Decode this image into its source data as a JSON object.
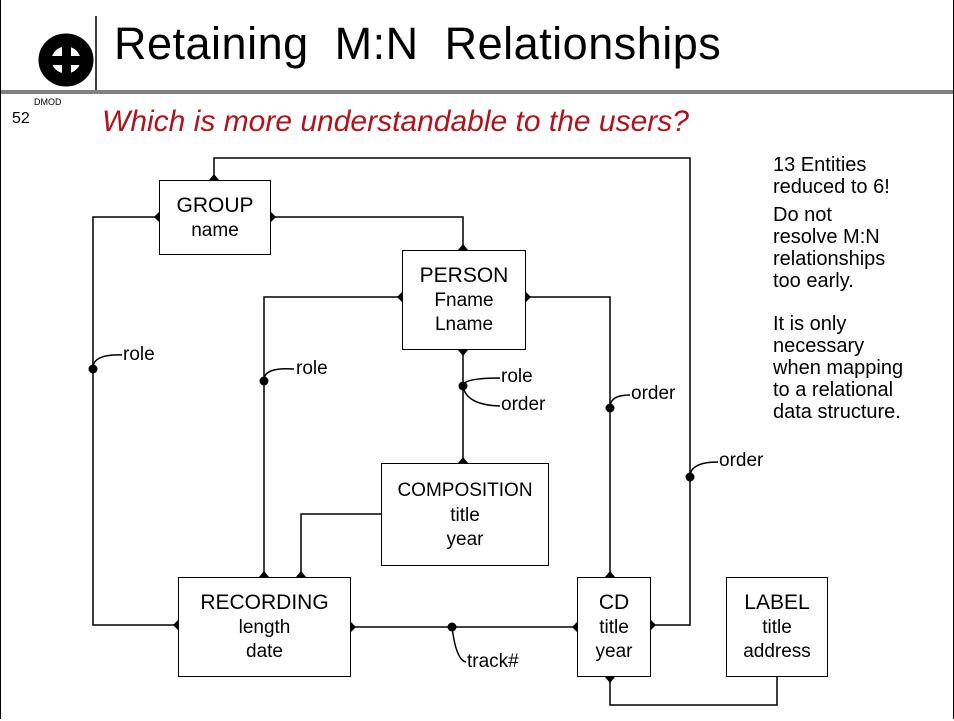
{
  "slide": {
    "title": "Retaining  M:N  Relationships",
    "slide_number": "52",
    "slide_code": "DMOD",
    "question": "Which is more understandable to the users?"
  },
  "side_notes": [
    [
      "13 Entities",
      "reduced to 6!"
    ],
    [
      "Do not",
      "resolve M:N",
      "relationships",
      "too early."
    ],
    [
      "It is only",
      "necessary",
      "when mapping",
      "to a relational",
      "data structure."
    ]
  ],
  "entities": {
    "group": {
      "name": "GROUP",
      "attrs": [
        "name"
      ]
    },
    "person": {
      "name": "PERSON",
      "attrs": [
        "Fname",
        "Lname"
      ]
    },
    "composition": {
      "name": "COMPOSITION",
      "attrs": [
        "title",
        "year"
      ]
    },
    "recording": {
      "name": "RECORDING",
      "attrs": [
        "length",
        "date"
      ]
    },
    "cd": {
      "name": "CD",
      "attrs": [
        "title",
        "year"
      ]
    },
    "label": {
      "name": "LABEL",
      "attrs": [
        "title",
        "address"
      ]
    }
  },
  "relationship_labels": {
    "group_recording_role": "role",
    "person_recording_role": "role",
    "person_composition_role": "role",
    "person_composition_order": "order",
    "person_cd_order": "order",
    "group_cd_order": "order",
    "recording_cd_track": "track#"
  },
  "colors": {
    "question": "#b3121a",
    "line": "#000000"
  }
}
